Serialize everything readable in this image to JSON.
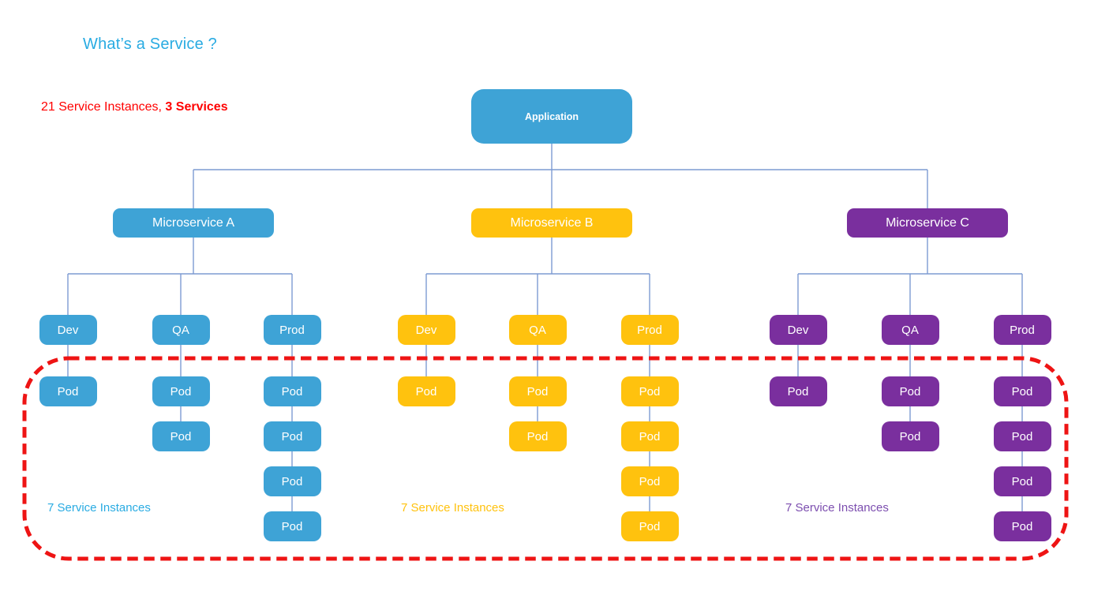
{
  "title": {
    "text": "What’s a Service ?",
    "color": "#29ABE2"
  },
  "summary": {
    "prefix": "21 Service Instances, ",
    "bold": "3 Services",
    "color": "#FF0000"
  },
  "root": {
    "label": "Application"
  },
  "env_labels": [
    "Dev",
    "QA",
    "Prod"
  ],
  "pod_label": "Pod",
  "services": [
    {
      "name": "Microservice A",
      "box_color": "#3EA3D6",
      "label_color": "#29ABE2",
      "instances_label": "7 Service Instances",
      "pods_per_env": [
        1,
        2,
        4
      ]
    },
    {
      "name": "Microservice B",
      "box_color": "#FFC20E",
      "label_color": "#FFC20E",
      "instances_label": "7 Service Instances",
      "pods_per_env": [
        1,
        2,
        4
      ]
    },
    {
      "name": "Microservice C",
      "box_color": "#7A2F9E",
      "label_color": "#7C4EAF",
      "instances_label": "7 Service Instances",
      "pods_per_env": [
        1,
        2,
        4
      ]
    }
  ],
  "colors": {
    "root_box": "#3EA3D6",
    "connector": "#7D9BD2",
    "highlight_border": "#EE1414"
  }
}
